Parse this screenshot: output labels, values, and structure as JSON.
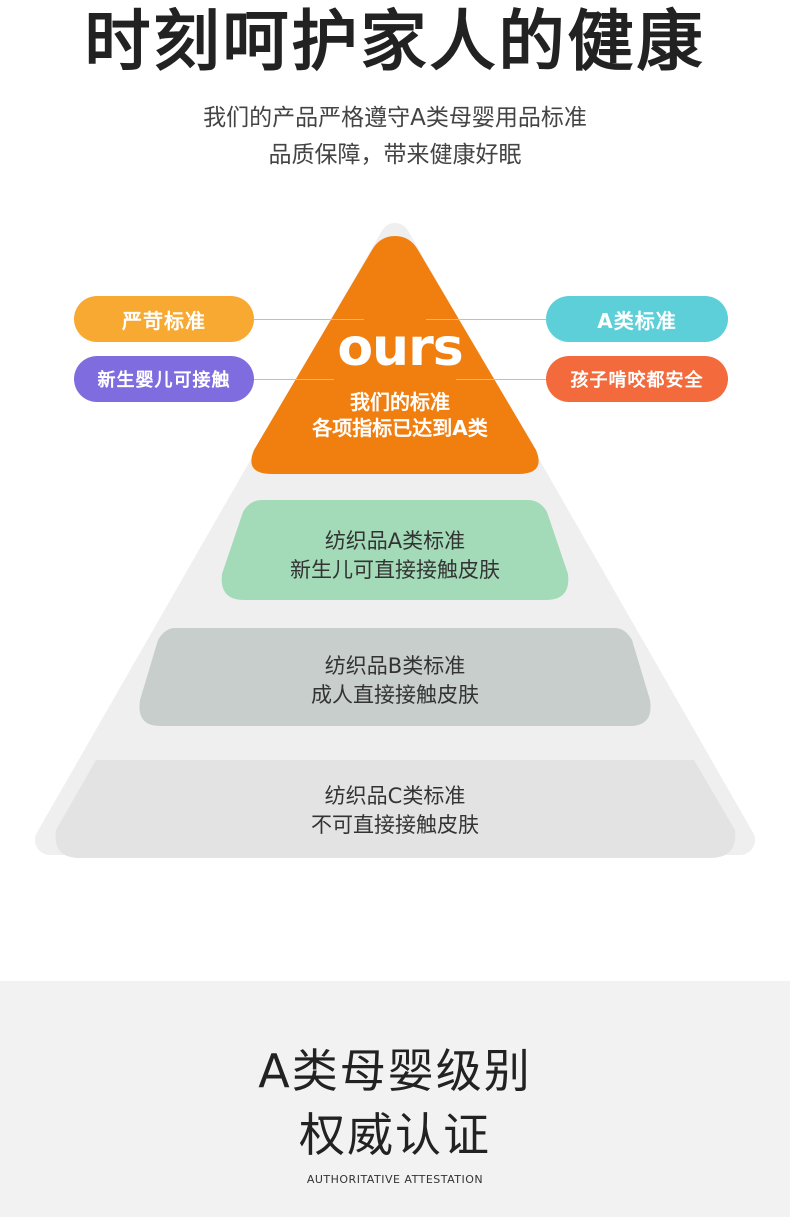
{
  "header": {
    "title": "时刻呵护家人的健康",
    "subtitle_line1": "我们的产品严格遵守A类母婴用品标准",
    "subtitle_line2": "品质保障，带来健康好眠"
  },
  "pyramid": {
    "brand": "ours",
    "top_line1": "我们的标准",
    "top_line2": "各项指标已达到A类",
    "tier_a_line1": "纺织品A类标准",
    "tier_a_line2": "新生儿可直接接触皮肤",
    "tier_b_line1": "纺织品B类标准",
    "tier_b_line2": "成人直接接触皮肤",
    "tier_c_line1": "纺织品C类标准",
    "tier_c_line2": "不可直接接触皮肤"
  },
  "pills": {
    "strict": "严苛标准",
    "newborn": "新生婴儿可接触",
    "a_class": "A类标准",
    "bite_safe": "孩子啃咬都安全"
  },
  "footer": {
    "line1": "A类母婴级别",
    "line2": "权威认证",
    "english": "AUTHORITATIVE ATTESTATION"
  },
  "colors": {
    "orange_top": "#f07f10",
    "tier_a": "#a3dab8",
    "tier_b": "#c7cecc",
    "tier_c": "#e3e3e3",
    "pyramid_bg": "#efefef",
    "pill_strict": "#f7a932",
    "pill_newborn": "#7f6de0",
    "pill_a_class": "#5ccfd8",
    "pill_bite": "#f36a3c"
  }
}
